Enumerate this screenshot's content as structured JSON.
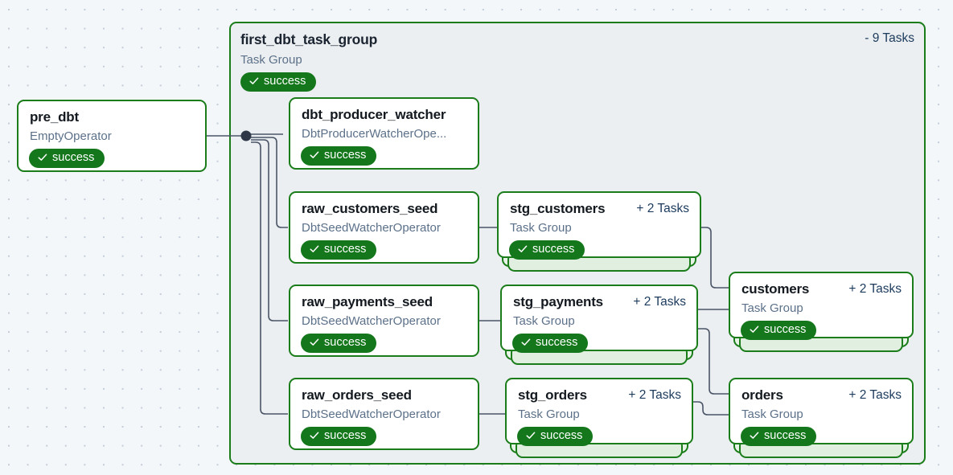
{
  "graph": {
    "background": "#f4f7fa",
    "grid_dot_color": "#c3ccd8",
    "accent_green": "#1a7d1a",
    "badge_green": "#14771b",
    "panel_fill": "#eceff1",
    "edge_color": "#4a5568",
    "junction_dot_color": "#2d3748"
  },
  "task_group": {
    "title": "first_dbt_task_group",
    "subtitle": "Task Group",
    "count_label": "- 9 Tasks",
    "status": "success"
  },
  "nodes": [
    {
      "id": "pre_dbt",
      "title": "pre_dbt",
      "subtitle": "EmptyOperator",
      "count_label": "",
      "status": "success",
      "is_group": false
    },
    {
      "id": "dbt_producer_watcher",
      "title": "dbt_producer_watcher",
      "subtitle": "DbtProducerWatcherOpe...",
      "count_label": "",
      "status": "success",
      "is_group": false
    },
    {
      "id": "raw_customers_seed",
      "title": "raw_customers_seed",
      "subtitle": "DbtSeedWatcherOperator",
      "count_label": "",
      "status": "success",
      "is_group": false
    },
    {
      "id": "raw_payments_seed",
      "title": "raw_payments_seed",
      "subtitle": "DbtSeedWatcherOperator",
      "count_label": "",
      "status": "success",
      "is_group": false
    },
    {
      "id": "raw_orders_seed",
      "title": "raw_orders_seed",
      "subtitle": "DbtSeedWatcherOperator",
      "count_label": "",
      "status": "success",
      "is_group": false
    },
    {
      "id": "stg_customers",
      "title": "stg_customers",
      "subtitle": "Task Group",
      "count_label": "+ 2 Tasks",
      "status": "success",
      "is_group": true
    },
    {
      "id": "stg_payments",
      "title": "stg_payments",
      "subtitle": "Task Group",
      "count_label": "+ 2 Tasks",
      "status": "success",
      "is_group": true
    },
    {
      "id": "stg_orders",
      "title": "stg_orders",
      "subtitle": "Task Group",
      "count_label": "+ 2 Tasks",
      "status": "success",
      "is_group": true
    },
    {
      "id": "customers",
      "title": "customers",
      "subtitle": "Task Group",
      "count_label": "+ 2 Tasks",
      "status": "success",
      "is_group": true
    },
    {
      "id": "orders",
      "title": "orders",
      "subtitle": "Task Group",
      "count_label": "+ 2 Tasks",
      "status": "success",
      "is_group": true
    }
  ]
}
